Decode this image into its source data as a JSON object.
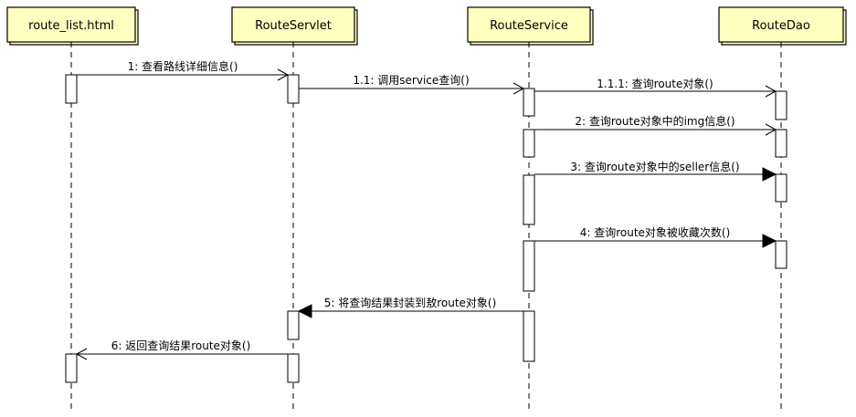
{
  "participants": [
    {
      "id": "route_list",
      "label": "route_list.html"
    },
    {
      "id": "RouteServlet",
      "label": "RouteServlet"
    },
    {
      "id": "RouteService",
      "label": "RouteService"
    },
    {
      "id": "RouteDao",
      "label": "RouteDao"
    }
  ],
  "messages": [
    {
      "label": "1: 查看路线详细信息()",
      "from": "route_list",
      "to": "RouteServlet",
      "arrow": "open"
    },
    {
      "label": "1.1: 调用service查询()",
      "from": "RouteServlet",
      "to": "RouteService",
      "arrow": "open"
    },
    {
      "label": "1.1.1: 查询route对象()",
      "from": "RouteService",
      "to": "RouteDao",
      "arrow": "open"
    },
    {
      "label": "2: 查询route对象中的img信息()",
      "from": "RouteService",
      "to": "RouteDao",
      "arrow": "open"
    },
    {
      "label": "3: 查询route对象中的seller信息()",
      "from": "RouteService",
      "to": "RouteDao",
      "arrow": "filled"
    },
    {
      "label": "4: 查询route对象被收藏次数()",
      "from": "RouteService",
      "to": "RouteDao",
      "arrow": "filled"
    },
    {
      "label": "5: 将查询结果封装到敖route对象()",
      "from": "RouteService",
      "to": "RouteServlet",
      "arrow": "filled"
    },
    {
      "label": "6: 返回查询结果route对象()",
      "from": "RouteServlet",
      "to": "route_list",
      "arrow": "open"
    }
  ]
}
